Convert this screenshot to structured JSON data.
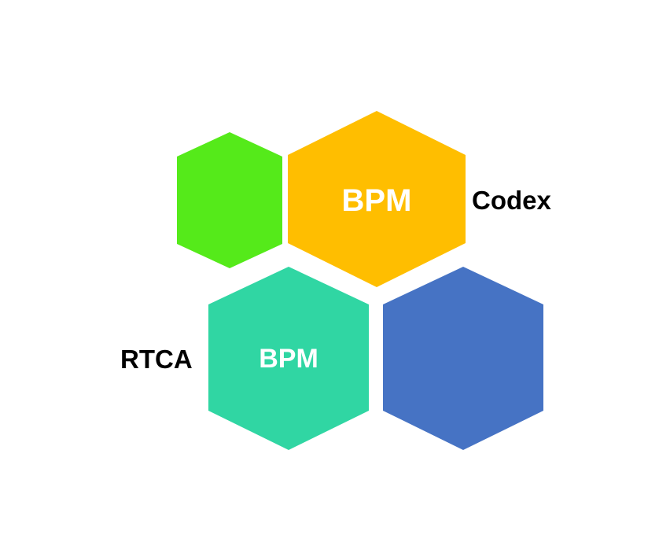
{
  "diagram": {
    "hexagons": [
      {
        "id": "green",
        "label": "",
        "color": "#55ea1a"
      },
      {
        "id": "orange",
        "label": "BPM",
        "color": "#ffbe00"
      },
      {
        "id": "teal",
        "label": "BPM",
        "color": "#30d6a3"
      },
      {
        "id": "blue",
        "label": "",
        "color": "#4673c4"
      }
    ],
    "labels": {
      "right": "Codex",
      "left": "RTCA"
    },
    "colors": {
      "background": "#ffffff",
      "hex_text": "#ffffff",
      "side_text": "#000000"
    }
  }
}
